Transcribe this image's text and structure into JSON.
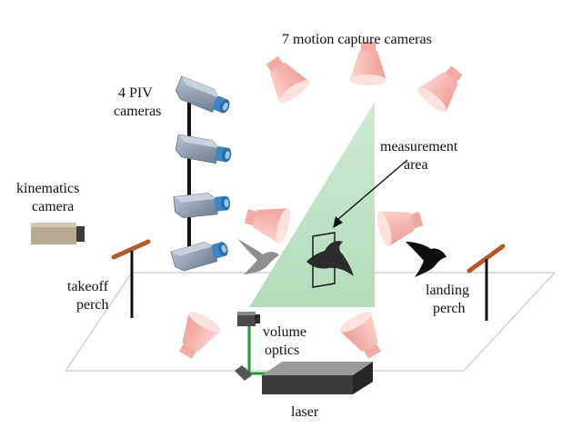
{
  "labels": {
    "motion_cameras": "7 motion capture cameras",
    "piv_line1": "4 PIV",
    "piv_line2": "cameras",
    "kinematics_line1": "kinematics",
    "kinematics_line2": "camera",
    "measurement_line1": "measurement",
    "measurement_line2": "area",
    "takeoff_line1": "takeoff",
    "takeoff_line2": "perch",
    "landing_line1": "landing",
    "landing_line2": "perch",
    "optics_line1": "volume",
    "optics_line2": "optics",
    "laser": "laser"
  },
  "colors": {
    "mocap_camera": "#f7bab3",
    "piv_body": "#8a99ab",
    "piv_lens": "#3f86c4",
    "laser_sheet": "#bfe3c6",
    "laser_beam": "#1e9a2e",
    "perch": "#b25a2a",
    "kinematics_body": "#b8ab95"
  },
  "icons": {
    "mocap": "motion-capture-camera-icon",
    "piv": "piv-camera-icon",
    "bird": "bird-icon"
  }
}
